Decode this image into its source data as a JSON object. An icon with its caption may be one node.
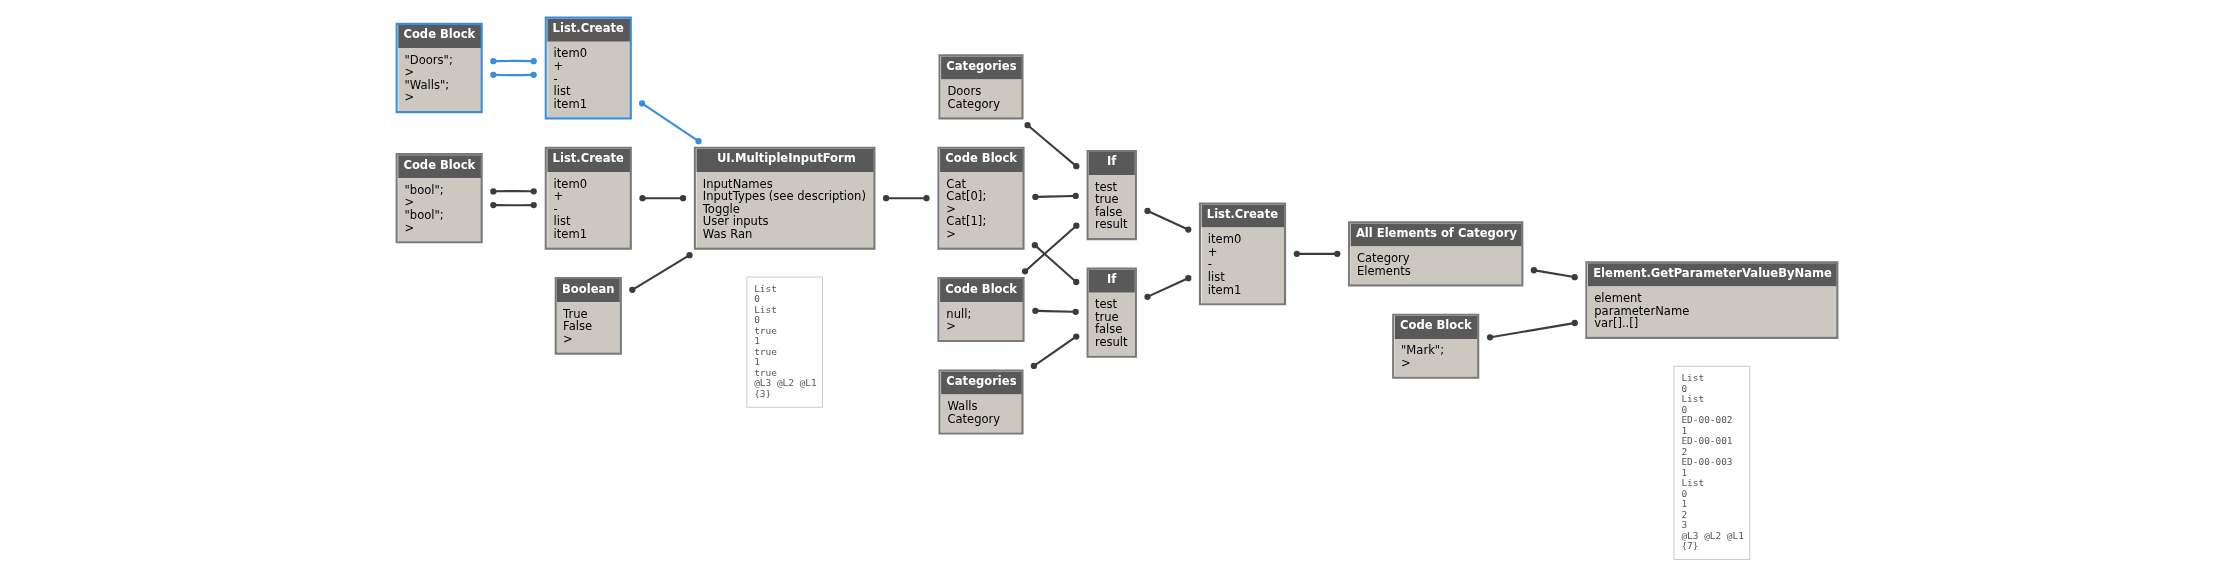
{
  "diagram": {
    "nodes": [
      {
        "text": [
          "Code Block",
          "\"Doors\";",
          ">",
          "\"Walls\";",
          ">"
        ]
      },
      {
        "text": [
          "List.Create",
          "item0",
          "+",
          "-",
          "list",
          "item1"
        ]
      },
      {
        "text": [
          "Code Block",
          "\"bool\";",
          ">",
          "\"bool\";",
          ">"
        ]
      },
      {
        "text": [
          "List.Create",
          "item0",
          "+",
          "-",
          "list",
          "item1"
        ]
      },
      {
        "text": [
          "Boolean",
          "True",
          "False",
          ">"
        ]
      },
      {
        "text": [
          "UI.MultipleInputForm",
          "InputNames",
          "InputTypes (see description)",
          "Toggle",
          "User inputs",
          "Was Ran"
        ],
        "beside": [
          "List",
          "0",
          "List",
          "0",
          "true",
          "1",
          "true",
          "1",
          "true",
          "@L3 @L2 @L1",
          "{3}"
        ]
      },
      {
        "text": [
          "Code Block",
          "Cat",
          "Cat[0];",
          ">",
          "Cat[1];",
          ">"
        ]
      },
      {
        "text": [
          "Categories",
          "Doors",
          "Category"
        ]
      },
      {
        "text": [
          "Code Block",
          "null;",
          ">"
        ]
      },
      {
        "text": [
          "Categories",
          "Walls",
          "Category"
        ]
      },
      {
        "text": [
          "If",
          "test",
          "true",
          "false",
          "result"
        ]
      },
      {
        "text": [
          "If",
          "test",
          "true",
          "false",
          "result"
        ]
      },
      {
        "text": [
          "List.Create",
          "item0",
          "+",
          "-",
          "list",
          "item1"
        ]
      },
      {
        "text": [
          "All Elements of Category",
          "Category",
          "Elements"
        ]
      },
      {
        "text": [
          "Code Block",
          "\"Mark\";",
          ">"
        ]
      },
      {
        "text": [
          "Element.GetParameterValueByName",
          "element",
          "parameterName",
          "var[]..[]"
        ],
        "beside": [
          "List",
          "0",
          "List",
          "0",
          "ED-00-002",
          "1",
          "ED-00-001",
          "2",
          "ED-00-003",
          "1",
          "List",
          "0",
          "1",
          "2",
          "3",
          "@L3 @L2 @L1",
          "{7}"
        ]
      }
    ],
    "edges": [
      {
        "from": 0,
        "to": 1,
        "arrow": "other",
        "color": "#3b8ede"
      },
      {
        "from": 0,
        "to": 1,
        "arrow": "other",
        "color": "#3b8ede"
      },
      {
        "from": 1,
        "to": 5,
        "arrow": "other",
        "color": "#3b8ede"
      },
      {
        "from": 2,
        "to": 3,
        "arrow": "other"
      },
      {
        "from": 2,
        "to": 3,
        "arrow": "other"
      },
      {
        "from": 3,
        "to": 5,
        "arrow": "other"
      },
      {
        "from": 4,
        "to": 5,
        "arrow": "other"
      },
      {
        "from": 5,
        "to": 6,
        "arrow": "other"
      },
      {
        "from": 6,
        "to": 10,
        "arrow": "other"
      },
      {
        "from": 7,
        "to": 10,
        "arrow": "other"
      },
      {
        "from": 8,
        "to": 10,
        "arrow": "other"
      },
      {
        "from": 6,
        "to": 11,
        "arrow": "other"
      },
      {
        "from": 9,
        "to": 11,
        "arrow": "other"
      },
      {
        "from": 8,
        "to": 11,
        "arrow": "other"
      },
      {
        "from": 10,
        "to": 12,
        "arrow": "other"
      },
      {
        "from": 11,
        "to": 12,
        "arrow": "other"
      },
      {
        "from": 12,
        "to": 13,
        "arrow": "other"
      },
      {
        "from": 13,
        "to": 15,
        "arrow": "other"
      },
      {
        "from": 14,
        "to": 15,
        "arrow": "other"
      }
    ]
  }
}
